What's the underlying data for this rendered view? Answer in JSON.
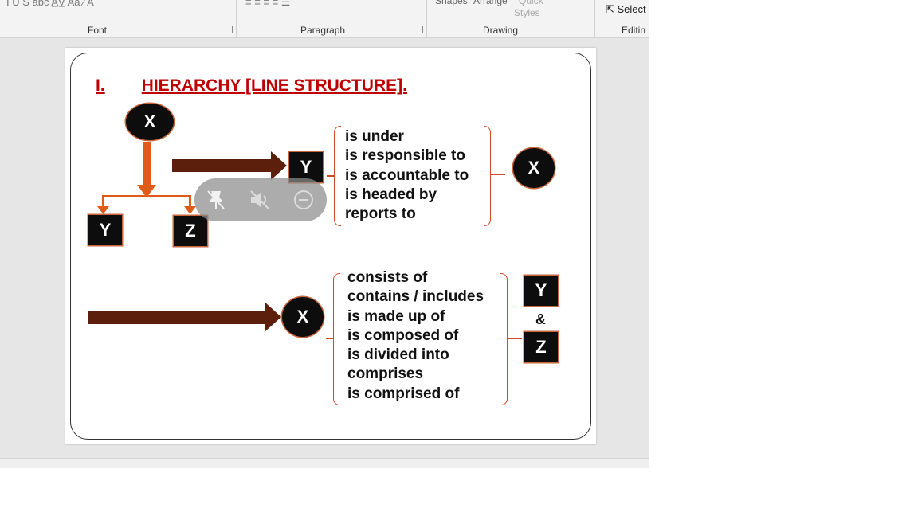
{
  "ribbon": {
    "font_group_label": "Font",
    "paragraph_group_label": "Paragraph",
    "drawing_group_label": "Drawing",
    "editing_group_label": "Editin",
    "font_tools": "I   U   S   abc   A̲V̲   Aa   ⁄   A",
    "paragraph_tools": "≡   ≡   ≡   ≡   ☰",
    "shapes_label": "Shapes",
    "arrange_label": "Arrange",
    "quick_label": "Quick",
    "styles_label": "Styles",
    "select_label": "Select"
  },
  "slide": {
    "title_num": "I.",
    "title_text": "HIERARCHY [LINE STRUCTURE].",
    "top": {
      "root_node": "X",
      "child_left": "Y",
      "child_right": "Z",
      "arrow_target": "Y",
      "phrases": [
        "is under",
        "is responsible to",
        "is accountable to",
        "is headed by",
        "reports to"
      ],
      "result_node": "X"
    },
    "bottom": {
      "arrow_target": "X",
      "phrases": [
        "consists of",
        "contains / includes",
        "is made up of",
        "is composed of",
        "is divided into",
        "comprises",
        "is comprised of"
      ],
      "result_top": "Y",
      "amp": "&",
      "result_bottom": "Z"
    }
  },
  "media_toolbar": {
    "icons": [
      "pin-off-icon",
      "mute-icon",
      "minus-circle-icon"
    ],
    "accent": "#8c8c8c"
  },
  "colors": {
    "title": "#c00000",
    "arrow_dark": "#5c1f0b",
    "arrow_orange": "#e05a18",
    "bracket": "#d04a2a"
  }
}
